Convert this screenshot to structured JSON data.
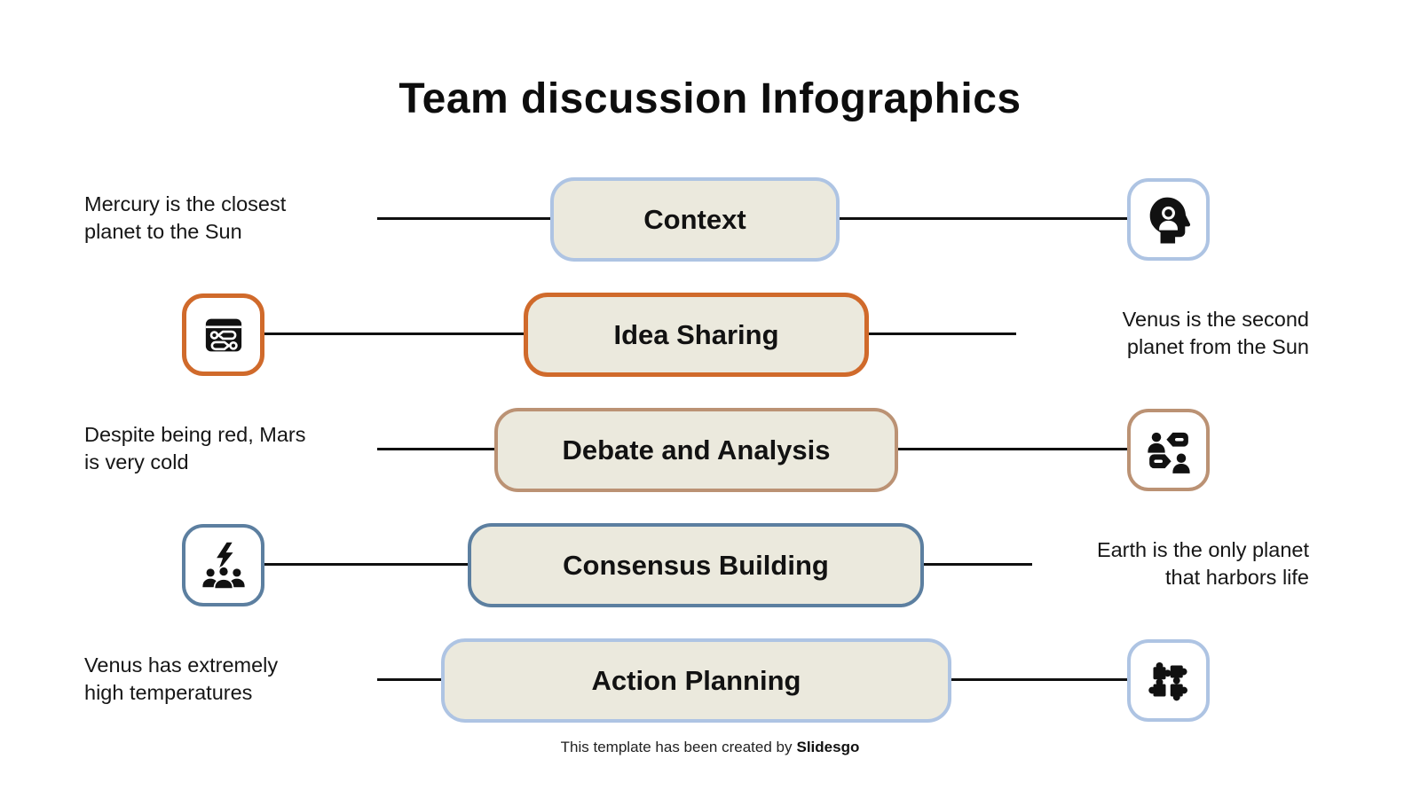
{
  "title": "Team discussion Infographics",
  "rows": [
    {
      "label": "Context",
      "accent_color": "#aec4e3",
      "icon": "head-with-person-icon",
      "note_side": "left",
      "note_lines": [
        "Mercury is the closest",
        "planet to the Sun"
      ]
    },
    {
      "label": "Idea Sharing",
      "accent_color": "#d06a2b",
      "icon": "chat-wireframe-icon",
      "note_side": "right",
      "note_lines": [
        "Venus is the second",
        "planet from the Sun"
      ]
    },
    {
      "label": "Debate and Analysis",
      "accent_color": "#bb9274",
      "icon": "people-discussion-icon",
      "note_side": "left",
      "note_lines": [
        "Despite being red, Mars",
        "is very cold"
      ]
    },
    {
      "label": "Consensus Building",
      "accent_color": "#5c7fa0",
      "icon": "brainstorm-people-icon",
      "note_side": "right",
      "note_lines": [
        "Earth is the only planet",
        "that harbors life"
      ]
    },
    {
      "label": "Action Planning",
      "accent_color": "#aec4e3",
      "icon": "puzzle-icon",
      "note_side": "left",
      "note_lines": [
        "Venus has extremely",
        "high temperatures"
      ]
    }
  ],
  "footer": {
    "prefix": "This template has been created by",
    "brand": "Slidesgo"
  },
  "colors": {
    "background": "#ffffff",
    "pill_fill": "#ebe9dd",
    "light_blue": "#aec4e3",
    "orange": "#d06a2b",
    "tan": "#bb9274",
    "steel_blue": "#5c7fa0",
    "connector_line": "#101010",
    "text": "#141414"
  }
}
